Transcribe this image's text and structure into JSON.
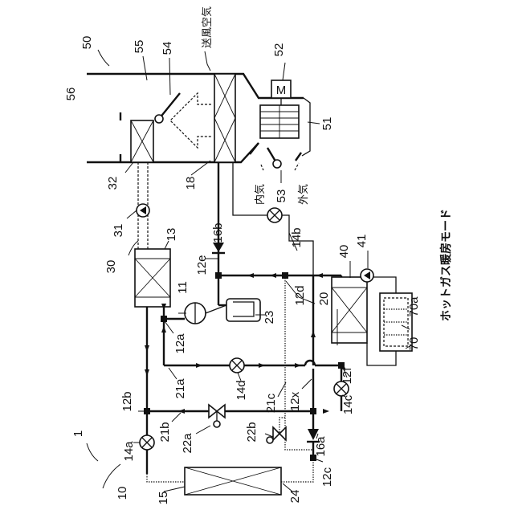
{
  "figure": {
    "mode_title": "ホットガス暖房モード",
    "air_label": "送風空気",
    "inside_air": "内気",
    "outside_air": "外気",
    "motor_letter": "M",
    "refs": {
      "system": "1",
      "cycle": "10",
      "cooling_circuit": "30",
      "heater": "40",
      "hvac_unit": "50",
      "blower": "51",
      "blower_motor": "52",
      "intake_door": "53",
      "air_mix_door": "54",
      "case": "55",
      "cabin": "56",
      "compressor": "11",
      "water_cond": "13",
      "outdoor_hx": "15",
      "evaporator": "18",
      "chiller": "20",
      "accumulator": "23",
      "heater_core": "32",
      "pump_31": "31",
      "pump_41": "41",
      "battery": "70",
      "battery_hx": "70a",
      "j12a": "12a",
      "j12b": "12b",
      "j12c": "12c",
      "j12d": "12d",
      "j12e": "12e",
      "j12f": "12f",
      "j12x": "12x",
      "v14a": "14a",
      "v14b": "14b",
      "v14c": "14c",
      "v14d": "14d",
      "cv16a": "16a",
      "cv16b": "16b",
      "p21a": "21a",
      "p21b": "21b",
      "p21c": "21c",
      "v22a": "22a",
      "v22b": "22b",
      "p24": "24"
    }
  }
}
